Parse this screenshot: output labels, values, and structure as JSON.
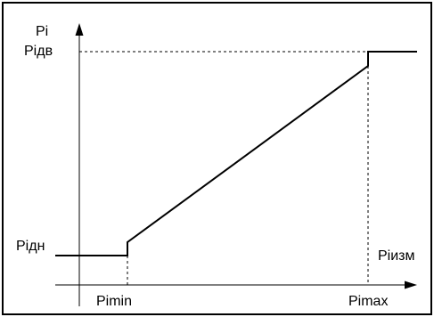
{
  "labels": {
    "y_axis": "Pi",
    "upper_level": "Piдв",
    "lower_level": "Piдн",
    "x_axis": "Piизм",
    "x_min": "Pimin",
    "x_max": "Pimax"
  },
  "colors": {
    "background": "#ffffff",
    "line": "#000000"
  }
}
